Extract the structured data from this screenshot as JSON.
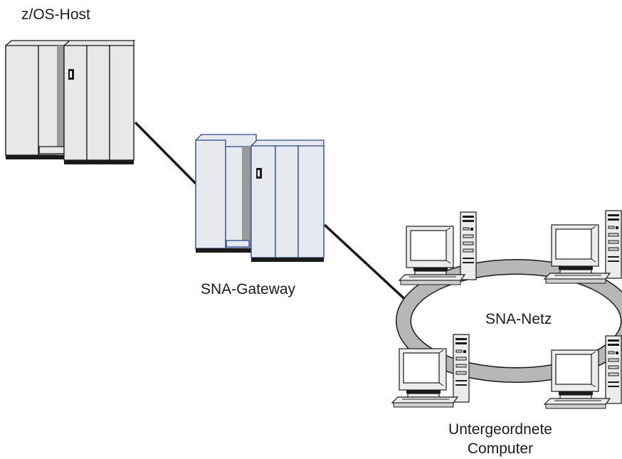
{
  "labels": {
    "host": "z/OS-Host",
    "gateway": "SNA-Gateway",
    "network": "SNA-Netz",
    "subordinate_line1": "Untergeordnete",
    "subordinate_line2": "Computer"
  },
  "colors": {
    "line": "#1a1a1a",
    "ring": "#b7b7b7",
    "panel": "#e8e8e8",
    "gateway_outline": "#2c4a8c"
  },
  "icons": [
    "mainframe-icon",
    "gateway-mainframe-icon",
    "workstation-icon"
  ]
}
